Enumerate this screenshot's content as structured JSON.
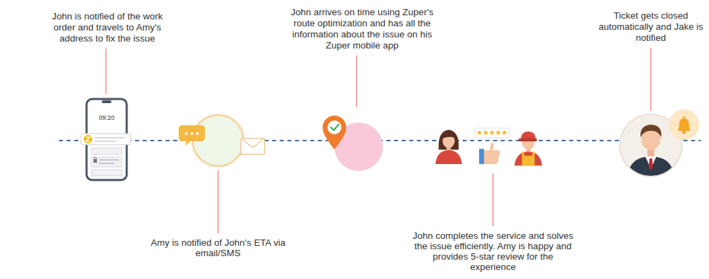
{
  "diagram": {
    "labels": [
      "John is notified of the work order and travels to Amy's address to fix the issue",
      "09:20",
      "Amy is notified of John's ETA via email/SMS",
      "John arrives on time using Zuper's route optimization and has all the information about the issue on his Zuper mobile app",
      "John completes the service and solves the issue efficiently. Amy is happy and provides 5-star review for the experience",
      "Ticket gets closed automatically and Jake is notified"
    ]
  }
}
